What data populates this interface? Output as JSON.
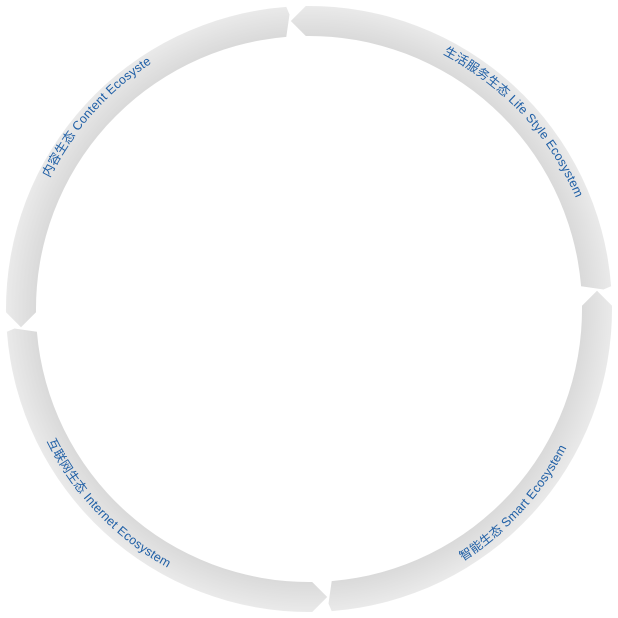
{
  "diagram": {
    "segments": [
      {
        "key": "content",
        "label": "内容生态 Content Ecosystem"
      },
      {
        "key": "lifestyle",
        "label": "生活服务生态 Life Style Ecosystem"
      },
      {
        "key": "smart",
        "label": "智能生态 Smart Ecosystem"
      },
      {
        "key": "internet",
        "label": "互联网生态 Internet Ecosystem"
      }
    ],
    "colors": {
      "arrow_fill_light": "#ededed",
      "arrow_fill_dark": "#d9d9d9",
      "label_text": "#1f5fa6",
      "background": "#ffffff"
    }
  }
}
